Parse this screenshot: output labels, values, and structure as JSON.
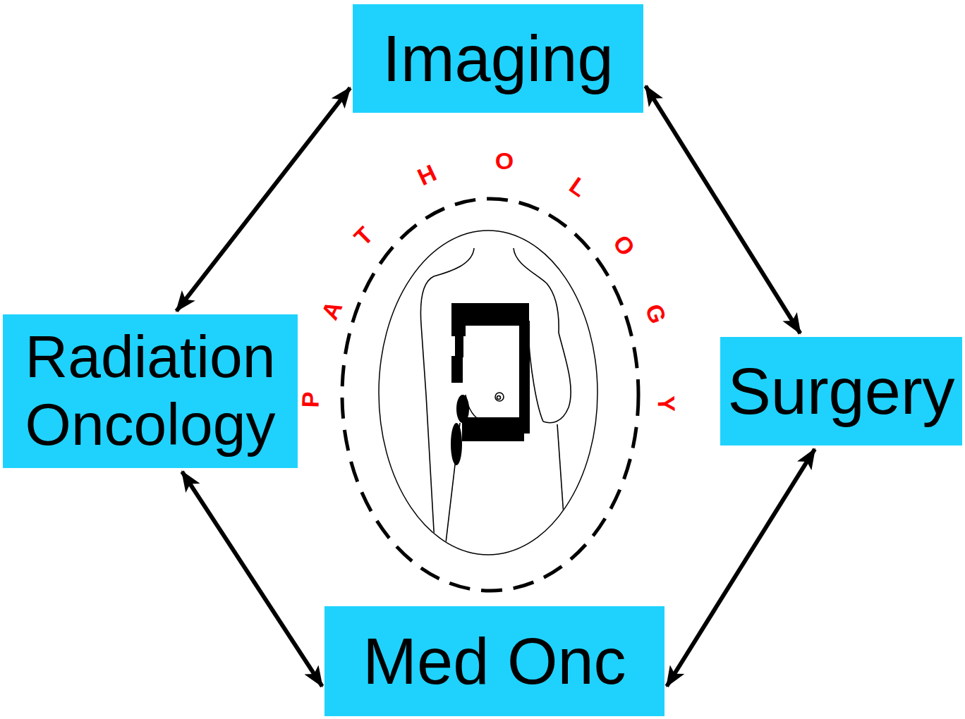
{
  "diagram": {
    "nodes": [
      {
        "text": [
          "Imaging"
        ]
      },
      {
        "text": [
          "Radiation Oncology"
        ]
      },
      {
        "text": [
          "Surgery"
        ]
      },
      {
        "text": [
          "Med Onc"
        ]
      }
    ],
    "edges": [
      {
        "from": 0,
        "to": 2,
        "arrow": "both"
      },
      {
        "from": 2,
        "to": 3,
        "arrow": "both"
      },
      {
        "from": 3,
        "to": 1,
        "arrow": "both"
      },
      {
        "from": 1,
        "to": 0,
        "arrow": "both"
      }
    ],
    "labels": [
      "PATHOLOGY"
    ]
  }
}
